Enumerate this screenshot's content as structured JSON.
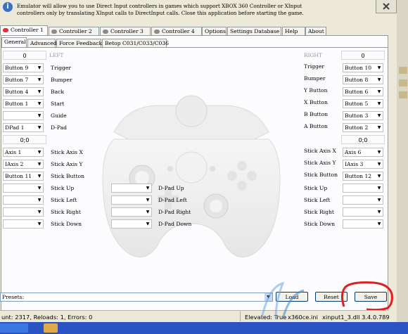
{
  "description": {
    "line1": "Emulator will allow you to use Direct Input controllers in games which support XBOX 360 Controller or XInput",
    "line2": "controllers only by translating XInput calls to DirectInput calls. Close this application before starting the game."
  },
  "controller_tabs": [
    "Controller 1",
    "Controller 2",
    "Controller 3",
    "Controller 4"
  ],
  "other_tabs": [
    "Options",
    "Settings Database",
    "Help",
    "About"
  ],
  "sub_tabs": [
    "General",
    "Advanced",
    "Force Feedback",
    "Betop C031/C033/C036"
  ],
  "left_header": "LEFT",
  "right_header": "RIGHT",
  "left_trigger_value": "0",
  "right_trigger_value": "0",
  "left_axis_value": "0;0",
  "right_axis_value": "0;0",
  "left_mappings": [
    {
      "combo": "Button 9",
      "label": "Trigger"
    },
    {
      "combo": "Button 7",
      "label": "Bumper"
    },
    {
      "combo": "Button 4",
      "label": "Back"
    },
    {
      "combo": "Button 1",
      "label": "Start"
    },
    {
      "combo": "",
      "label": "Guide"
    },
    {
      "combo": "DPad 1",
      "label": "D-Pad"
    }
  ],
  "right_mappings": [
    {
      "label": "Trigger",
      "combo": "Button 10"
    },
    {
      "label": "Bumper",
      "combo": "Button 8"
    },
    {
      "label": "Y Button",
      "combo": "Button 6"
    },
    {
      "label": "X Button",
      "combo": "Button 5"
    },
    {
      "label": "B Button",
      "combo": "Button 3"
    },
    {
      "label": "A Button",
      "combo": "Button 2"
    }
  ],
  "left_stick": [
    {
      "combo": "Axis 1",
      "label": "Stick Axis X"
    },
    {
      "combo": "IAxis 2",
      "label": "Stick Axis Y"
    },
    {
      "combo": "Button 11",
      "label": "Stick Button"
    }
  ],
  "right_stick": [
    {
      "label": "Stick Axis X",
      "combo": "Axis 6"
    },
    {
      "label": "Stick Axis Y",
      "combo": "IAxis 3"
    },
    {
      "label": "Stick Button",
      "combo": "Button 12"
    }
  ],
  "left_dirs": [
    "Stick Up",
    "Stick Left",
    "Stick Right",
    "Stick Down"
  ],
  "dpad_dirs": [
    "D-Pad Up",
    "D-Pad Left",
    "D-Pad Right",
    "D-Pad Down"
  ],
  "right_dirs": [
    "Stick Up",
    "Stick Left",
    "Stick Right",
    "Stick Down"
  ],
  "presets_label": "Presets:",
  "buttons": {
    "load": "Load",
    "reset": "Reset",
    "save": "Save"
  },
  "status": {
    "left": "unt: 2317, Reloads: 1, Errors: 0",
    "elevated": "Elevated: True",
    "file1": "x360ce.ini",
    "file2": "xinput1_3.dll 3.4.0.789"
  },
  "colors": {
    "accent_red": "#e02020",
    "tab_active_icon": "#dd3333"
  }
}
